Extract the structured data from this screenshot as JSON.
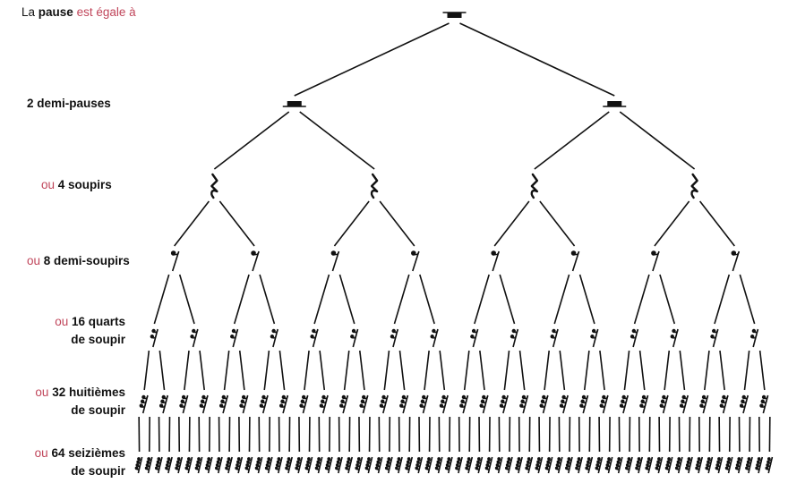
{
  "colors": {
    "accent": "#c0455a",
    "ink": "#111111",
    "lines": "#111111"
  },
  "levels": [
    {
      "parts": [
        {
          "t": "La ",
          "s": "plain"
        },
        {
          "t": "pause",
          "s": "bold"
        },
        {
          "t": " est égale à",
          "s": "accent"
        }
      ],
      "count": 1,
      "symbol": "pause"
    },
    {
      "parts": [
        {
          "t": "2 demi-pauses",
          "s": "bold"
        }
      ],
      "count": 2,
      "symbol": "demi-pause"
    },
    {
      "parts": [
        {
          "t": "ou ",
          "s": "accent"
        },
        {
          "t": "4 soupirs",
          "s": "bold"
        }
      ],
      "count": 4,
      "symbol": "soupir"
    },
    {
      "parts": [
        {
          "t": "ou ",
          "s": "accent"
        },
        {
          "t": "8 demi-soupirs",
          "s": "bold"
        }
      ],
      "count": 8,
      "symbol": "demi-soupir"
    },
    {
      "parts": [
        {
          "t": "ou ",
          "s": "accent"
        },
        {
          "t": "16 quarts",
          "s": "bold"
        }
      ],
      "parts2": [
        {
          "t": "de soupir",
          "s": "bold"
        }
      ],
      "count": 16,
      "symbol": "quart-de-soupir"
    },
    {
      "parts": [
        {
          "t": "ou ",
          "s": "accent"
        },
        {
          "t": "32 huitièmes",
          "s": "bold"
        }
      ],
      "parts2": [
        {
          "t": "de soupir",
          "s": "bold"
        }
      ],
      "count": 32,
      "symbol": "huitieme-de-soupir"
    },
    {
      "parts": [
        {
          "t": "ou ",
          "s": "accent"
        },
        {
          "t": "64 seizièmes",
          "s": "bold"
        }
      ],
      "parts2": [
        {
          "t": "de soupir",
          "s": "bold"
        }
      ],
      "count": 64,
      "symbol": "seizieme-de-soupir"
    }
  ]
}
